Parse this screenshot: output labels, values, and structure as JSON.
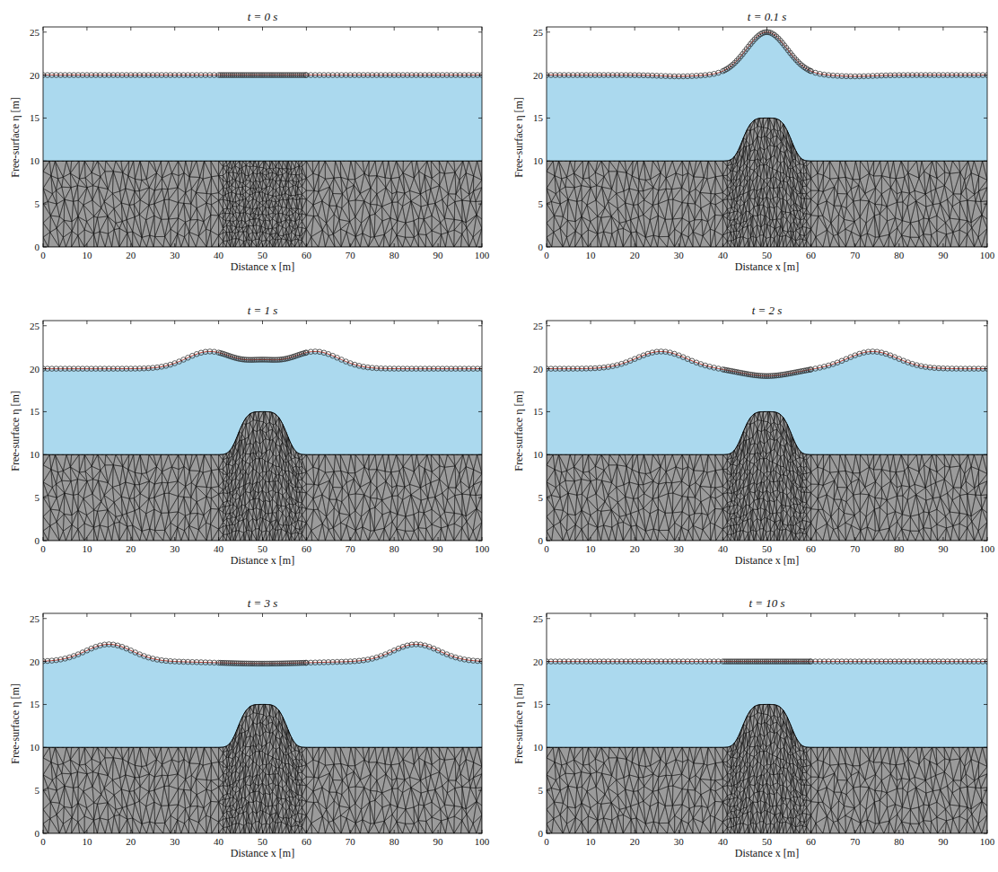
{
  "diagram": {
    "labels": [
      "t = 0 s",
      "Free-surface η [m]",
      "Distance x [m]",
      "0",
      "5",
      "10",
      "15",
      "20",
      "25",
      "0",
      "10",
      "20",
      "30",
      "40",
      "50",
      "60",
      "70",
      "80",
      "90",
      "100",
      "t = 0.1 s",
      "Free-surface η [m]",
      "Distance x [m]",
      "0",
      "5",
      "10",
      "15",
      "20",
      "25",
      "0",
      "10",
      "20",
      "30",
      "40",
      "50",
      "60",
      "70",
      "80",
      "90",
      "100",
      "t = 1 s",
      "Free-surface η [m]",
      "Distance x [m]",
      "0",
      "5",
      "10",
      "15",
      "20",
      "25",
      "0",
      "10",
      "20",
      "30",
      "40",
      "50",
      "60",
      "70",
      "80",
      "90",
      "100",
      "t = 2 s",
      "Free-surface η [m]",
      "Distance x [m]",
      "0",
      "5",
      "10",
      "15",
      "20",
      "25",
      "0",
      "10",
      "20",
      "30",
      "40",
      "50",
      "60",
      "70",
      "80",
      "90",
      "100",
      "t = 3 s",
      "Free-surface η [m]",
      "Distance x [m]",
      "0",
      "5",
      "10",
      "15",
      "20",
      "25",
      "0",
      "10",
      "20",
      "30",
      "40",
      "50",
      "60",
      "70",
      "80",
      "90",
      "100",
      "t = 10 s",
      "Free-surface η [m]",
      "Distance x [m]",
      "0",
      "5",
      "10",
      "15",
      "20",
      "25",
      "0",
      "10",
      "20",
      "30",
      "40",
      "50",
      "60",
      "70",
      "80",
      "90",
      "100"
    ]
  }
}
